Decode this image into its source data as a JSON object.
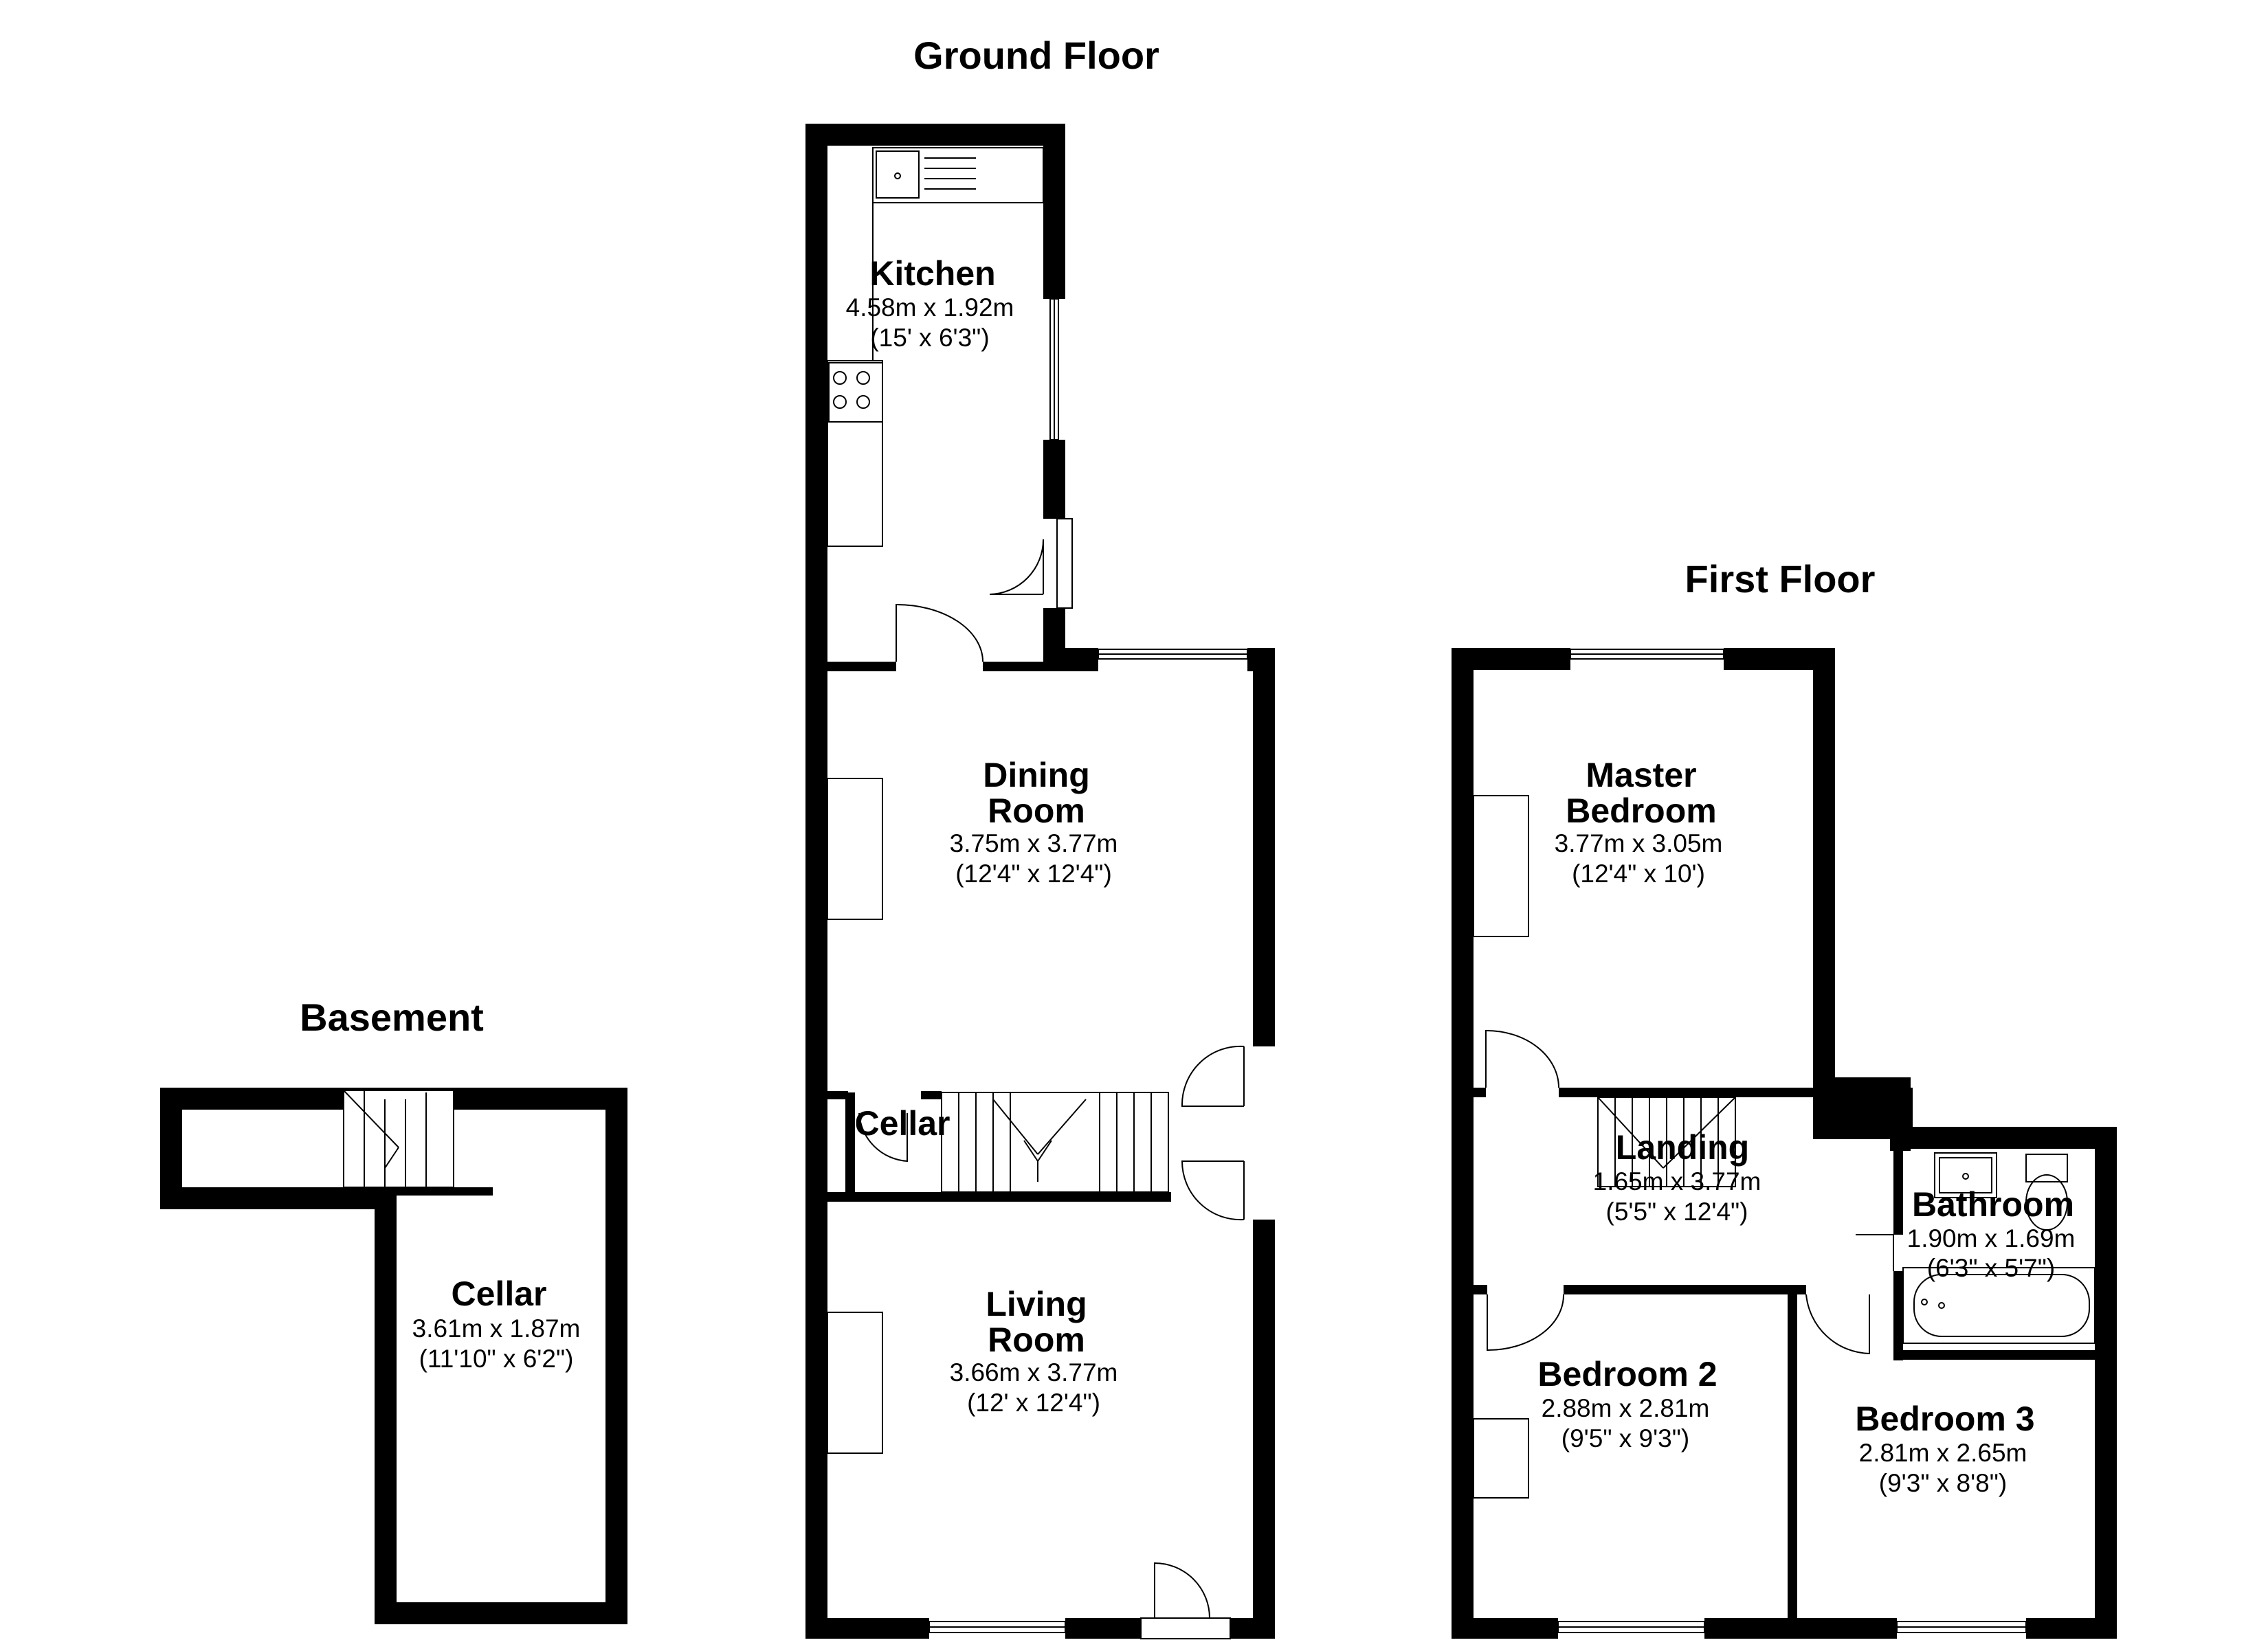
{
  "floors": {
    "basement": {
      "title": "Basement",
      "cellar": {
        "name": "Cellar",
        "metric": "3.61m x 1.87m",
        "imperial": "(11'10\" x 6'2\")"
      }
    },
    "ground": {
      "title": "Ground Floor",
      "kitchen": {
        "name": "Kitchen",
        "metric": "4.58m x 1.92m",
        "imperial": "(15' x 6'3\")"
      },
      "dining": {
        "name_line1": "Dining",
        "name_line2": "Room",
        "metric": "3.75m x 3.77m",
        "imperial": "(12'4\" x 12'4\")"
      },
      "cellar_label": "Cellar",
      "living": {
        "name_line1": "Living",
        "name_line2": "Room",
        "metric": "3.66m x 3.77m",
        "imperial": "(12' x 12'4\")"
      }
    },
    "first": {
      "title": "First Floor",
      "master": {
        "name_line1": "Master",
        "name_line2": "Bedroom",
        "metric": "3.77m x 3.05m",
        "imperial": "(12'4\" x 10')"
      },
      "landing": {
        "name": "Landing",
        "metric": "1.65m x 3.77m",
        "imperial": "(5'5\" x 12'4\")"
      },
      "bathroom": {
        "name": "Bathroom",
        "metric": "1.90m x 1.69m",
        "imperial": "(6'3\" x 5'7\")"
      },
      "bedroom2": {
        "name": "Bedroom 2",
        "metric": "2.88m x 2.81m",
        "imperial": "(9'5\" x 9'3\")"
      },
      "bedroom3": {
        "name": "Bedroom 3",
        "metric": "2.81m x 2.65m",
        "imperial": "(9'3\" x 8'8\")"
      }
    }
  },
  "colors": {
    "wall": "#000000",
    "background": "#ffffff"
  }
}
